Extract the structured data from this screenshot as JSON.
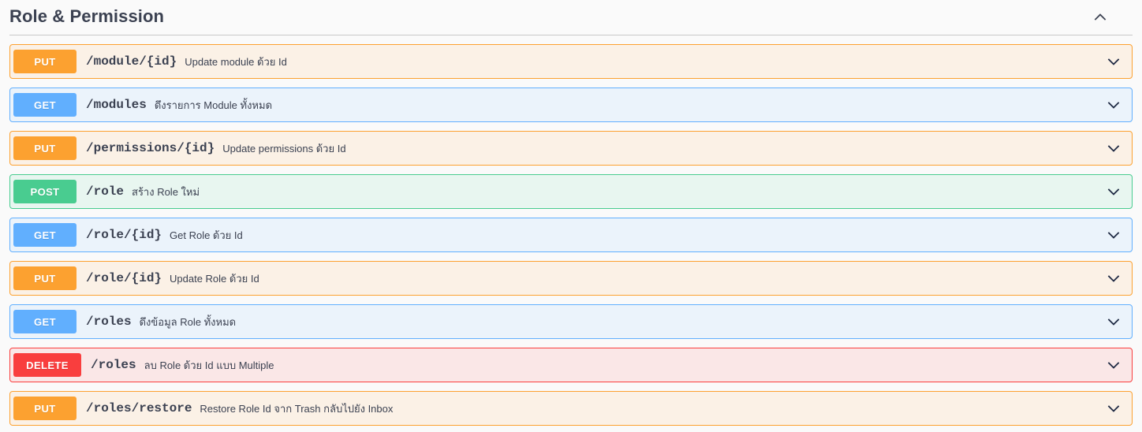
{
  "section": {
    "title": "Role & Permission",
    "toggle_icon": "chevron-up-icon",
    "expanded": true
  },
  "colors": {
    "get": "#61affe",
    "post": "#49cc90",
    "put": "#fca130",
    "delete": "#f93e3e",
    "text": "#3b4151",
    "page_background": "#fafafa",
    "row_get_bg": "#ebf3fb",
    "row_post_bg": "#e8f6f0",
    "row_put_bg": "#fbf1e6",
    "row_delete_bg": "#fae7e7"
  },
  "operations": [
    {
      "method": "PUT",
      "path": "/module/{id}",
      "description": "Update module ด้วย Id",
      "toggle_icon": "chevron-down-icon"
    },
    {
      "method": "GET",
      "path": "/modules",
      "description": "ดึงรายการ Module ทั้งหมด",
      "toggle_icon": "chevron-down-icon"
    },
    {
      "method": "PUT",
      "path": "/permissions/{id}",
      "description": "Update permissions ด้วย Id",
      "toggle_icon": "chevron-down-icon"
    },
    {
      "method": "POST",
      "path": "/role",
      "description": "สร้าง Role ใหม่",
      "toggle_icon": "chevron-down-icon"
    },
    {
      "method": "GET",
      "path": "/role/{id}",
      "description": "Get Role ด้วย Id",
      "toggle_icon": "chevron-down-icon"
    },
    {
      "method": "PUT",
      "path": "/role/{id}",
      "description": "Update Role ด้วย Id",
      "toggle_icon": "chevron-down-icon"
    },
    {
      "method": "GET",
      "path": "/roles",
      "description": "ดึงข้อมูล Role ทั้งหมด",
      "toggle_icon": "chevron-down-icon"
    },
    {
      "method": "DELETE",
      "path": "/roles",
      "description": "ลบ Role ด้วย Id แบบ Multiple",
      "toggle_icon": "chevron-down-icon"
    },
    {
      "method": "PUT",
      "path": "/roles/restore",
      "description": "Restore Role Id จาก Trash กลับไปยัง Inbox",
      "toggle_icon": "chevron-down-icon"
    }
  ]
}
